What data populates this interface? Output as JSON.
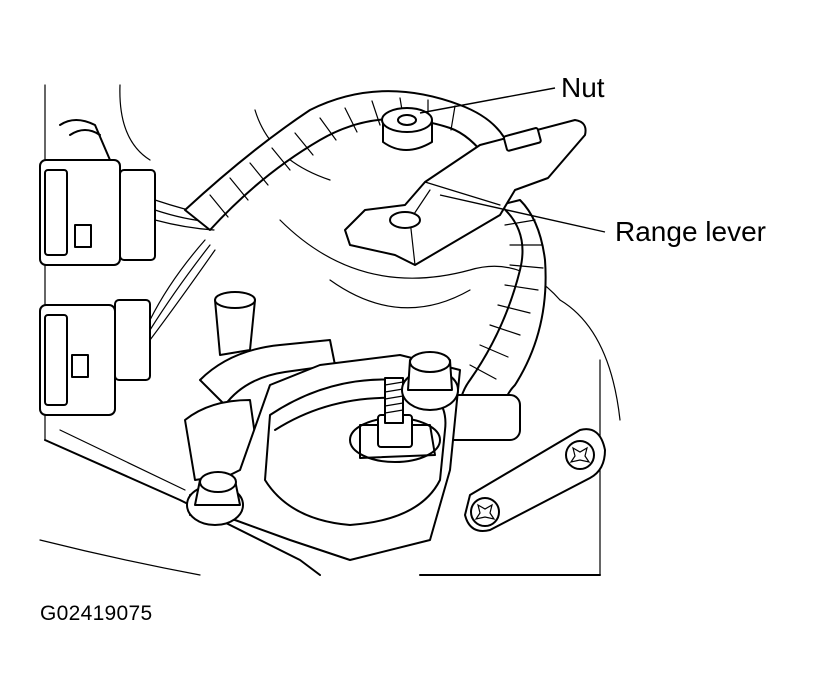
{
  "figure": {
    "id": "G02419075"
  },
  "callouts": {
    "nut": "Nut",
    "range_lever": "Range lever"
  },
  "colors": {
    "line": "#000000",
    "background": "#ffffff"
  }
}
